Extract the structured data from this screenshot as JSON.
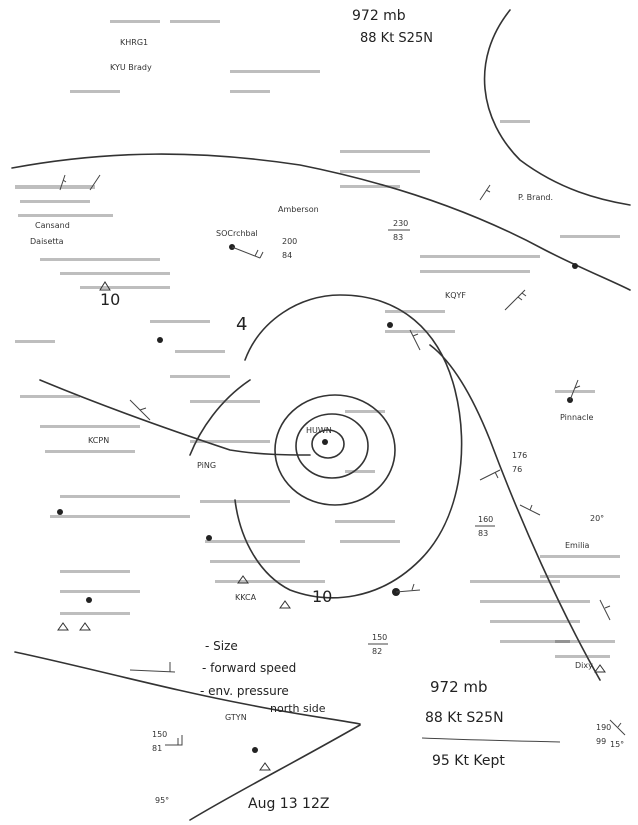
{
  "header": {
    "pressure": "972 mb",
    "wind_position": "88 Kt S25N"
  },
  "notes": {
    "items": [
      "- Size",
      "- forward speed",
      "- env. pressure",
      "north side"
    ]
  },
  "summary": {
    "pressure": "972 mb",
    "wind_position": "88 Kt S25N",
    "kept": "95 Kt Kept"
  },
  "footer": {
    "date": "Aug 13 12Z"
  },
  "stations": [
    {
      "id": "KHRG",
      "text": "KHRG1"
    },
    {
      "id": "KYU",
      "text": "KYU Brady"
    },
    {
      "id": "ambrsn",
      "text": "Amberson"
    },
    {
      "id": "pbrand",
      "text": "P. Brand."
    },
    {
      "id": "socrchl",
      "text": "SOCrchbal"
    },
    {
      "id": "kqyf",
      "text": "KQYF"
    },
    {
      "id": "daisetta",
      "text": "Daisetta"
    },
    {
      "id": "cansand",
      "text": "Cansand"
    },
    {
      "id": "kcpn",
      "text": "KCPN"
    },
    {
      "id": "huwn",
      "text": "HUWN"
    },
    {
      "id": "pinnacle",
      "text": "Pinnacle"
    },
    {
      "id": "pfng",
      "text": "PiNG"
    },
    {
      "id": "kkca",
      "text": "KKCA"
    },
    {
      "id": "gtyn",
      "text": "GTYN"
    },
    {
      "id": "emilia",
      "text": "Emilia"
    },
    {
      "id": "dixy",
      "text": "Dixy"
    }
  ],
  "isobars": {
    "label_10_left": "10",
    "label_10_right": "10",
    "label_4": "4"
  },
  "plot_values": {
    "v160": "160",
    "v83": "83",
    "v150": "150",
    "v82": "82",
    "v230": "230",
    "v83b": "83",
    "v176": "176",
    "v76": "76",
    "v200": "200",
    "v84": "84",
    "v150b": "150",
    "v81": "81",
    "v190": "190",
    "v99": "99",
    "v20": "20°",
    "v15": "15°",
    "v95": "95°"
  }
}
